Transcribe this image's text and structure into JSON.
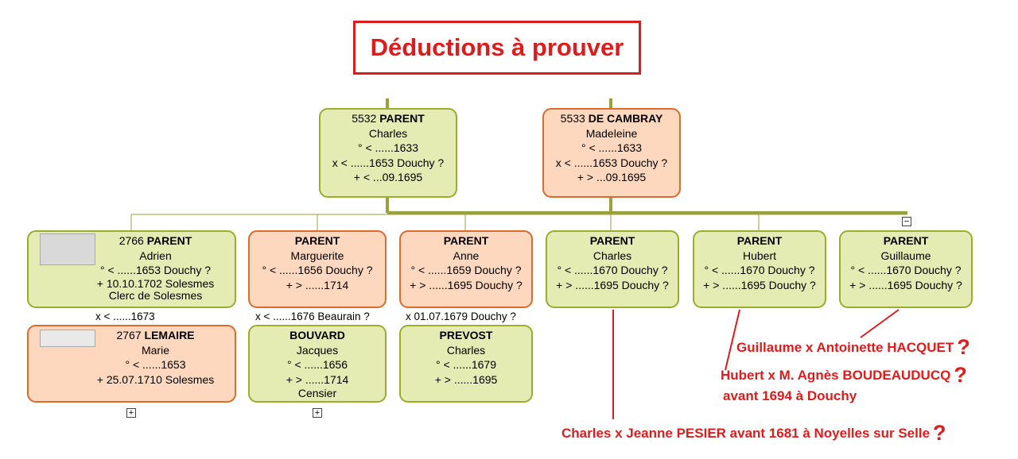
{
  "title": "Déductions à prouver",
  "parents": [
    {
      "num": "5532",
      "surname": "PARENT",
      "given": "Charles",
      "lines": [
        "° < ......1633",
        "x < ......1653 Douchy ?",
        "+ < ...09.1695"
      ],
      "sex": "m"
    },
    {
      "num": "5533",
      "surname": "DE CAMBRAY",
      "given": "Madeleine",
      "lines": [
        "° < ......1633",
        "x < ......1653 Douchy ?",
        "+ > ...09.1695"
      ],
      "sex": "f"
    }
  ],
  "children": [
    {
      "num": "2766",
      "surname": "PARENT",
      "given": "Adrien",
      "lines": [
        "° < ......1653 Douchy ?",
        "+ 10.10.1702 Solesmes",
        "Clerc de Solesmes"
      ]
    },
    {
      "surname": "PARENT",
      "given": "Marguerite",
      "lines": [
        "° < ......1656 Douchy ?",
        "+ > ......1714"
      ]
    },
    {
      "surname": "PARENT",
      "given": "Anne",
      "lines": [
        "° < ......1659 Douchy ?",
        "+ > ......1695 Douchy ?"
      ]
    },
    {
      "surname": "PARENT",
      "given": "Charles",
      "lines": [
        "° < ......1670 Douchy ?",
        "+ > ......1695 Douchy ?"
      ]
    },
    {
      "surname": "PARENT",
      "given": "Hubert",
      "lines": [
        "° < ......1670 Douchy ?",
        "+ > ......1695 Douchy ?"
      ]
    },
    {
      "surname": "PARENT",
      "given": "Guillaume",
      "lines": [
        "° < ......1670 Douchy ?",
        "+ > ......1695 Douchy ?"
      ]
    }
  ],
  "marriages": [
    "x < ......1673",
    "x < ......1676 Beaurain ?",
    "x 01.07.1679 Douchy ?"
  ],
  "spouses": [
    {
      "num": "2767",
      "surname": "LEMAIRE",
      "given": "Marie",
      "lines": [
        "° < ......1653",
        "+ 25.07.1710 Solesmes"
      ]
    },
    {
      "surname": "BOUVARD",
      "given": "Jacques",
      "lines": [
        "° < ......1656",
        "+ > ......1714",
        "Censier"
      ]
    },
    {
      "surname": "PREVOST",
      "given": "Charles",
      "lines": [
        "° < ......1679",
        "+ > ......1695"
      ]
    }
  ],
  "controls": {
    "plus": "+",
    "minus": "−"
  },
  "notes": {
    "guillaume": "Guillaume x Antoinette HACQUET",
    "hubert1": "Hubert x M. Agnès BOUDEAUDUCQ",
    "hubert2": "avant 1694 à Douchy",
    "charles": "Charles x Jeanne PESIER avant 1681 à Noyelles sur Selle",
    "q": "?"
  },
  "colors": {
    "male_fill": "#e4ebb3",
    "male_border": "#9aad2e",
    "female_fill": "#fdd7be",
    "female_border": "#dd6b2c",
    "line": "#9aa03a",
    "note": "#e01b1b"
  }
}
